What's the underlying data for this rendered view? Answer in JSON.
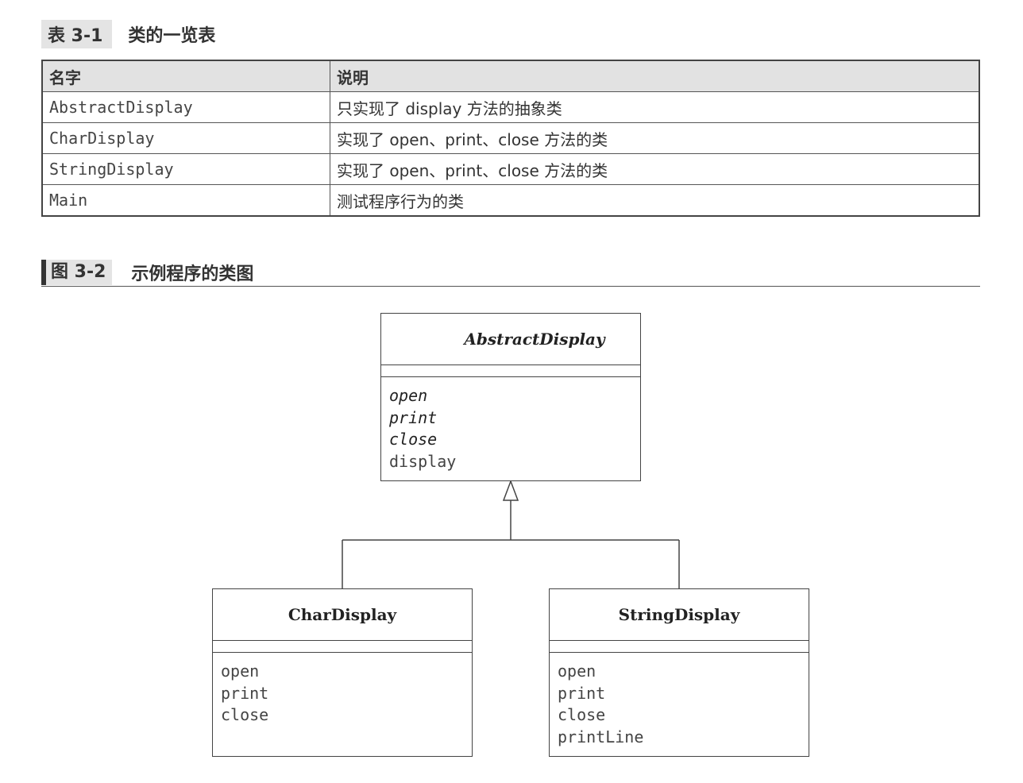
{
  "table": {
    "label": "表 3-1",
    "title": "类的一览表",
    "headers": [
      "名字",
      "说明"
    ],
    "rows": [
      {
        "name": "AbstractDisplay",
        "desc": "只实现了 display 方法的抽象类"
      },
      {
        "name": "CharDisplay",
        "desc": "实现了 open、print、close 方法的类"
      },
      {
        "name": "StringDisplay",
        "desc": "实现了 open、print、close 方法的类"
      },
      {
        "name": "Main",
        "desc": "测试程序行为的类"
      }
    ]
  },
  "figure": {
    "label": "图 3-2",
    "title": "示例程序的类图"
  },
  "diagram": {
    "abstract_class": {
      "name": "AbstractDisplay",
      "methods": [
        "open",
        "print",
        "close",
        "display"
      ],
      "abstract_methods": [
        "open",
        "print",
        "close"
      ]
    },
    "left_class": {
      "name": "CharDisplay",
      "methods": [
        "open",
        "print",
        "close"
      ]
    },
    "right_class": {
      "name": "StringDisplay",
      "methods": [
        "open",
        "print",
        "close",
        "printLine"
      ]
    },
    "relation": "generalization"
  }
}
